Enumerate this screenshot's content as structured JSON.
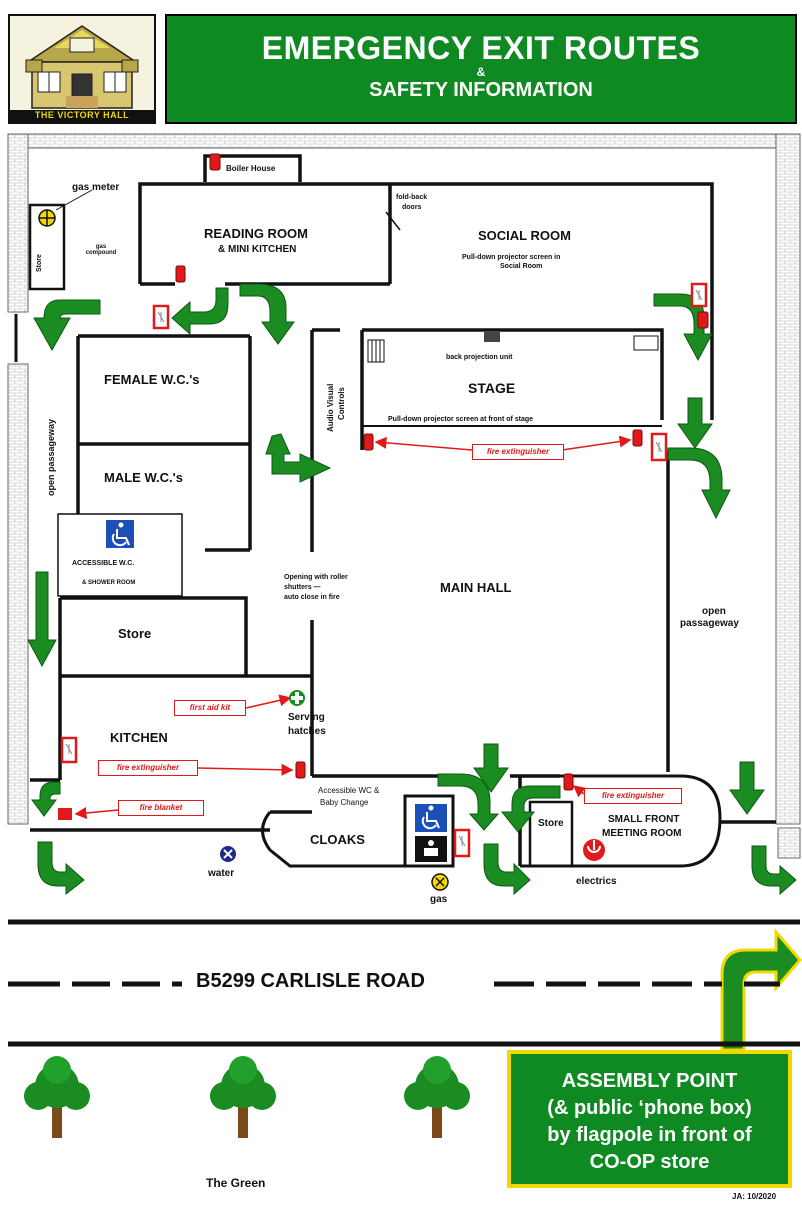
{
  "header": {
    "title": "EMERGENCY EXIT ROUTES",
    "ampersand": "&",
    "subtitle": "SAFETY INFORMATION",
    "logo_text": "THE VICTORY HALL",
    "color": "#0f8a23"
  },
  "rooms": {
    "boiler_house": "Boiler House",
    "gas_meter": "gas meter",
    "store_small": "Store",
    "gas_compound": "gas compound",
    "reading_room": "READING ROOM",
    "mini_kitchen": "& MINI KITCHEN",
    "fold_back_doors_1": "fold-back",
    "fold_back_doors_2": "doors",
    "social_room": "SOCIAL  ROOM",
    "social_screen_1": "Pull-down projector screen in",
    "social_screen_2": "Social Room",
    "female_wc": "FEMALE W.C.'s",
    "male_wc": "MALE W.C.'s",
    "accessible_wc": "ACCESSIBLE W.C.",
    "shower_room": "& SHOWER ROOM",
    "store": "Store",
    "kitchen": "KITCHEN",
    "open_passageway_left": "open passageway",
    "audio_visual_1": "Audio Visual",
    "audio_visual_2": "Controls",
    "back_projection": "back projection unit",
    "stage": "STAGE",
    "stage_screen": "Pull-down projector screen at front of stage",
    "main_hall": "MAIN HALL",
    "roller_1": "Opening with roller",
    "roller_2": "shutters —",
    "roller_3": "auto close in fire",
    "serving_1": "Serving",
    "serving_2": "hatches",
    "open_passageway_right_1": "open",
    "open_passageway_right_2": "passageway",
    "accessible_baby_1": "Accessible WC &",
    "accessible_baby_2": "Baby Change",
    "cloaks": "CLOAKS",
    "store_front": "Store",
    "small_front_1": "SMALL FRONT",
    "small_front_2": "MEETING ROOM",
    "water": "water",
    "gas": "gas",
    "electrics": "electrics"
  },
  "safety_labels": {
    "fire_extinguisher_stage": "fire extinguisher",
    "first_aid": "first aid kit",
    "fire_extinguisher_kitchen": "fire extinguisher",
    "fire_blanket": "fire blanket",
    "fire_extinguisher_front": "fire extinguisher"
  },
  "road": {
    "name": "B5299 CARLISLE ROAD"
  },
  "green": {
    "name": "The Green"
  },
  "assembly": {
    "line1": "ASSEMBLY POINT",
    "line2": "(& public ‘phone box)",
    "line3": "by flagpole in front of",
    "line4": "CO-OP store",
    "border_color": "#f3d800"
  },
  "footer": {
    "credit": "JA: 10/2020"
  },
  "colors": {
    "arrow_green": "#1a8c22",
    "fire_red": "#e01a1a",
    "brick": "#8a8a8a"
  }
}
